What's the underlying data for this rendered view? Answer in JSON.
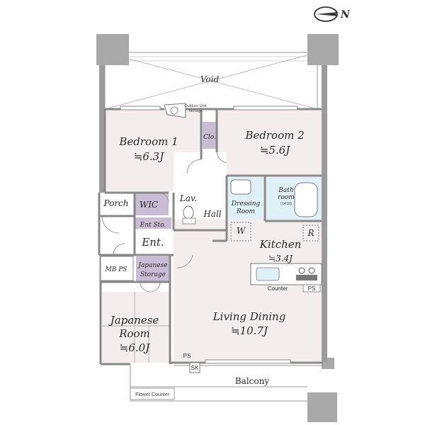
{
  "compass": {
    "letter": "N",
    "icon": "north-arrow-icon"
  },
  "colors": {
    "room_fill": "#f3eded",
    "storage_fill": "#c9bdd6",
    "wet_fill": "#dff0f6",
    "wall": "#888888",
    "column": "#a9a9a9"
  },
  "labels": {
    "void": "Void",
    "outdoor_unit": "Outdoor Unit",
    "outdoor_storage": "Storage",
    "bedroom1": "Bedroom 1",
    "bedroom1_size": "≒6.3J",
    "bedroom2": "Bedroom 2",
    "bedroom2_size": "≒5.6J",
    "clo": "Clo.",
    "porch": "Porch",
    "wic": "WIC",
    "lav": "Lav.",
    "hall": "Hall",
    "ent_sto": "Ent Sto.",
    "ent": "Ent.",
    "dressing1": "Dressing",
    "dressing2": "Room",
    "bath1": "Bath",
    "bath2": "room",
    "bath3": "(1418)",
    "w": "W",
    "r": "R",
    "kitchen": "Kitchen",
    "kitchen_size": "≒3.4J",
    "counter": "Counter",
    "ps": "PS",
    "mbps": "MB PS",
    "jstorage1": "Japanese",
    "jstorage2": "Storage",
    "jroom1": "Japanese",
    "jroom2": "Room",
    "jroom_size": "≒6.0J",
    "living": "Living Dining",
    "living_size": "≒10.7J",
    "ps2": "PS",
    "sk": "SK",
    "balcony": "Balcony",
    "flower_counter": "Flower Counter"
  }
}
